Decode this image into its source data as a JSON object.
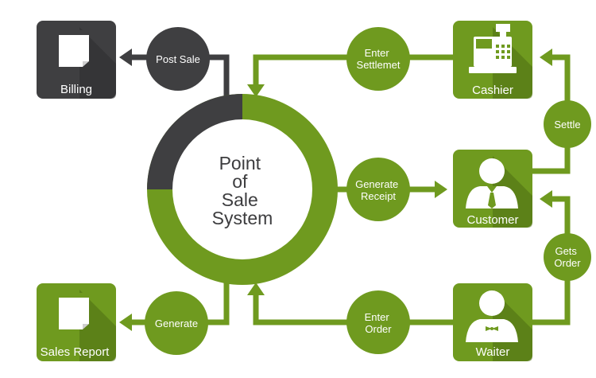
{
  "center": {
    "lines": [
      "Point",
      "of",
      "Sale",
      "System"
    ]
  },
  "nodes": {
    "billing": "Billing",
    "sales_report": "Sales Report",
    "cashier": "Cashier",
    "customer": "Customer",
    "waiter": "Waiter"
  },
  "connectors": {
    "post_sale": [
      "Post Sale"
    ],
    "generate": [
      "Generate"
    ],
    "enter_settlement": [
      "Enter",
      "Settlemet"
    ],
    "generate_receipt": [
      "Generate",
      "Receipt"
    ],
    "enter_order": [
      "Enter",
      "Order"
    ],
    "settle": [
      "Settle"
    ],
    "gets_order": [
      "Gets",
      "Order"
    ]
  },
  "colors": {
    "green": "#6f9a1f",
    "green_dark": "#5f8618",
    "dark": "#3f3f41",
    "dark_shadow": "#2e2e30",
    "white": "#ffffff"
  }
}
